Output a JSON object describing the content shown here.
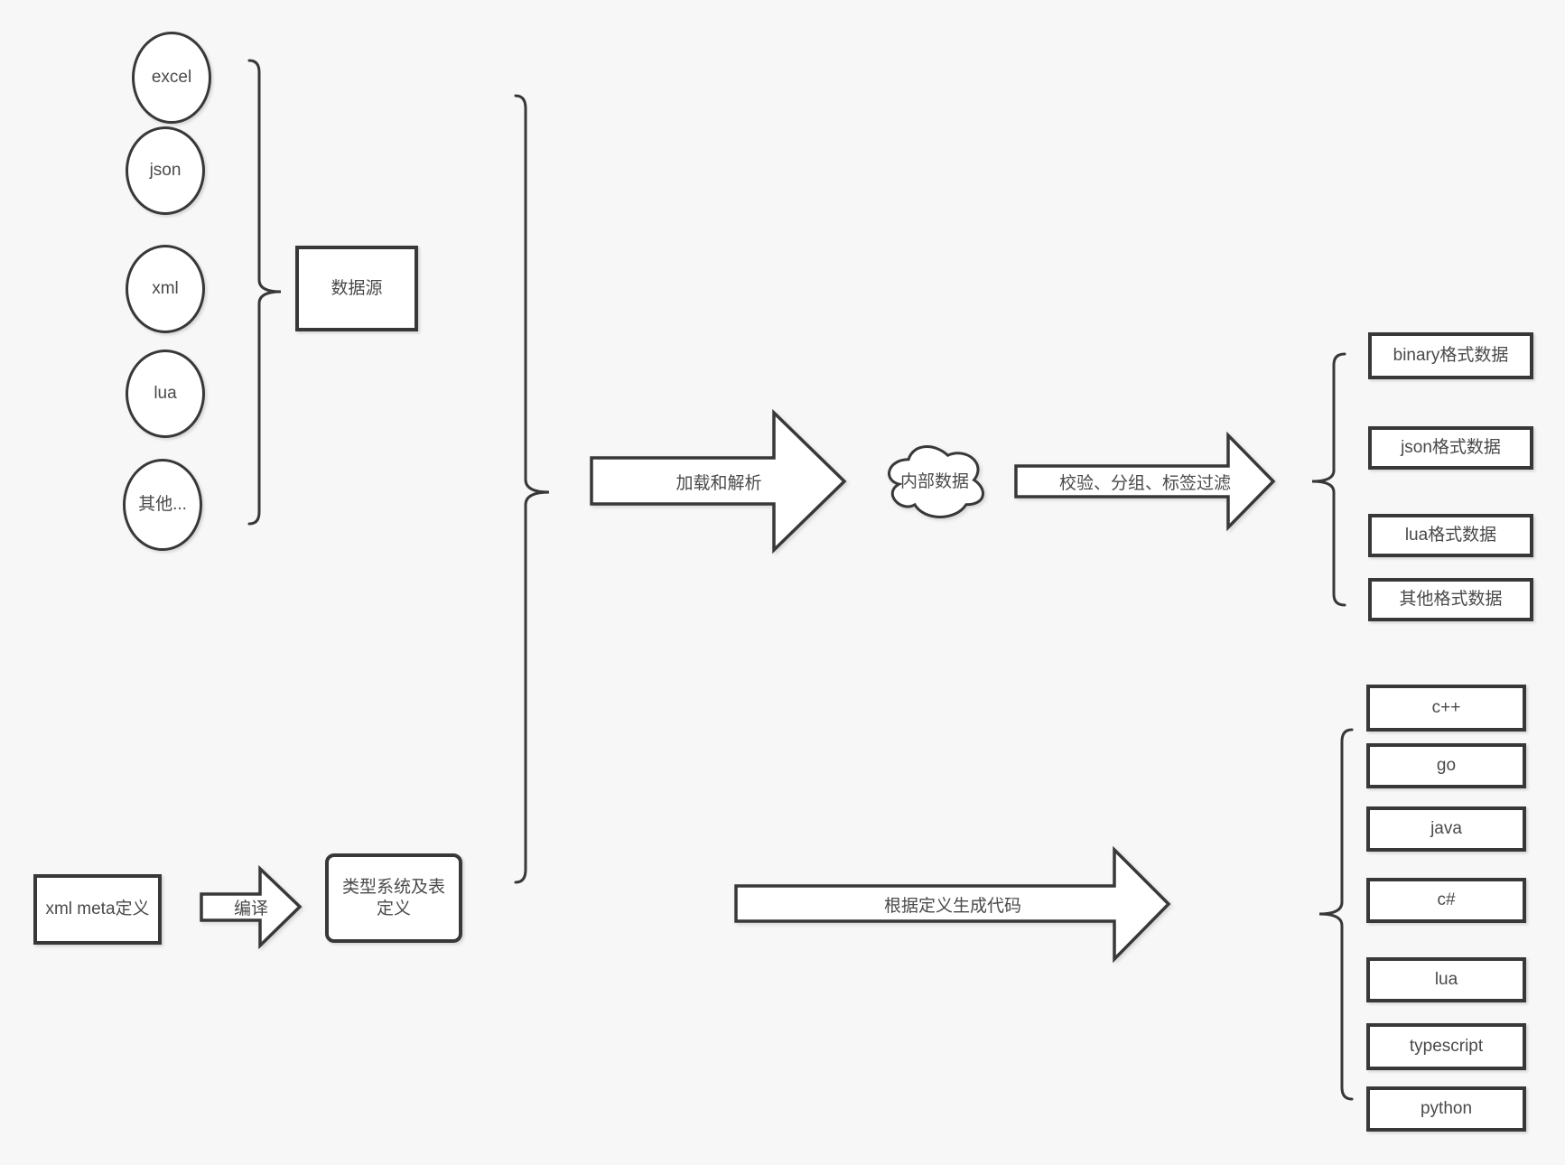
{
  "diagram": {
    "colors": {
      "background": "#f7f7f7",
      "stroke": "#383838",
      "shape_fill": "#ffffff",
      "text": "#4a4a4a"
    },
    "sources": {
      "group_label": "数据源",
      "items": [
        "excel",
        "json",
        "xml",
        "lua",
        "其他..."
      ]
    },
    "pipeline": {
      "load_arrow_label": "加载和解析",
      "internal_data_label": "内部数据",
      "filter_arrow_label": "校验、分组、标签过滤",
      "output_formats": [
        "binary格式数据",
        "json格式数据",
        "lua格式数据",
        "其他格式数据"
      ]
    },
    "codegen": {
      "xml_meta_label": "xml meta定义",
      "compile_arrow_label": "编译",
      "type_system_label": "类型系统及表定义",
      "codegen_arrow_label": "根据定义生成代码",
      "languages": [
        "c++",
        "go",
        "java",
        "c#",
        "lua",
        "typescript",
        "python"
      ]
    }
  }
}
